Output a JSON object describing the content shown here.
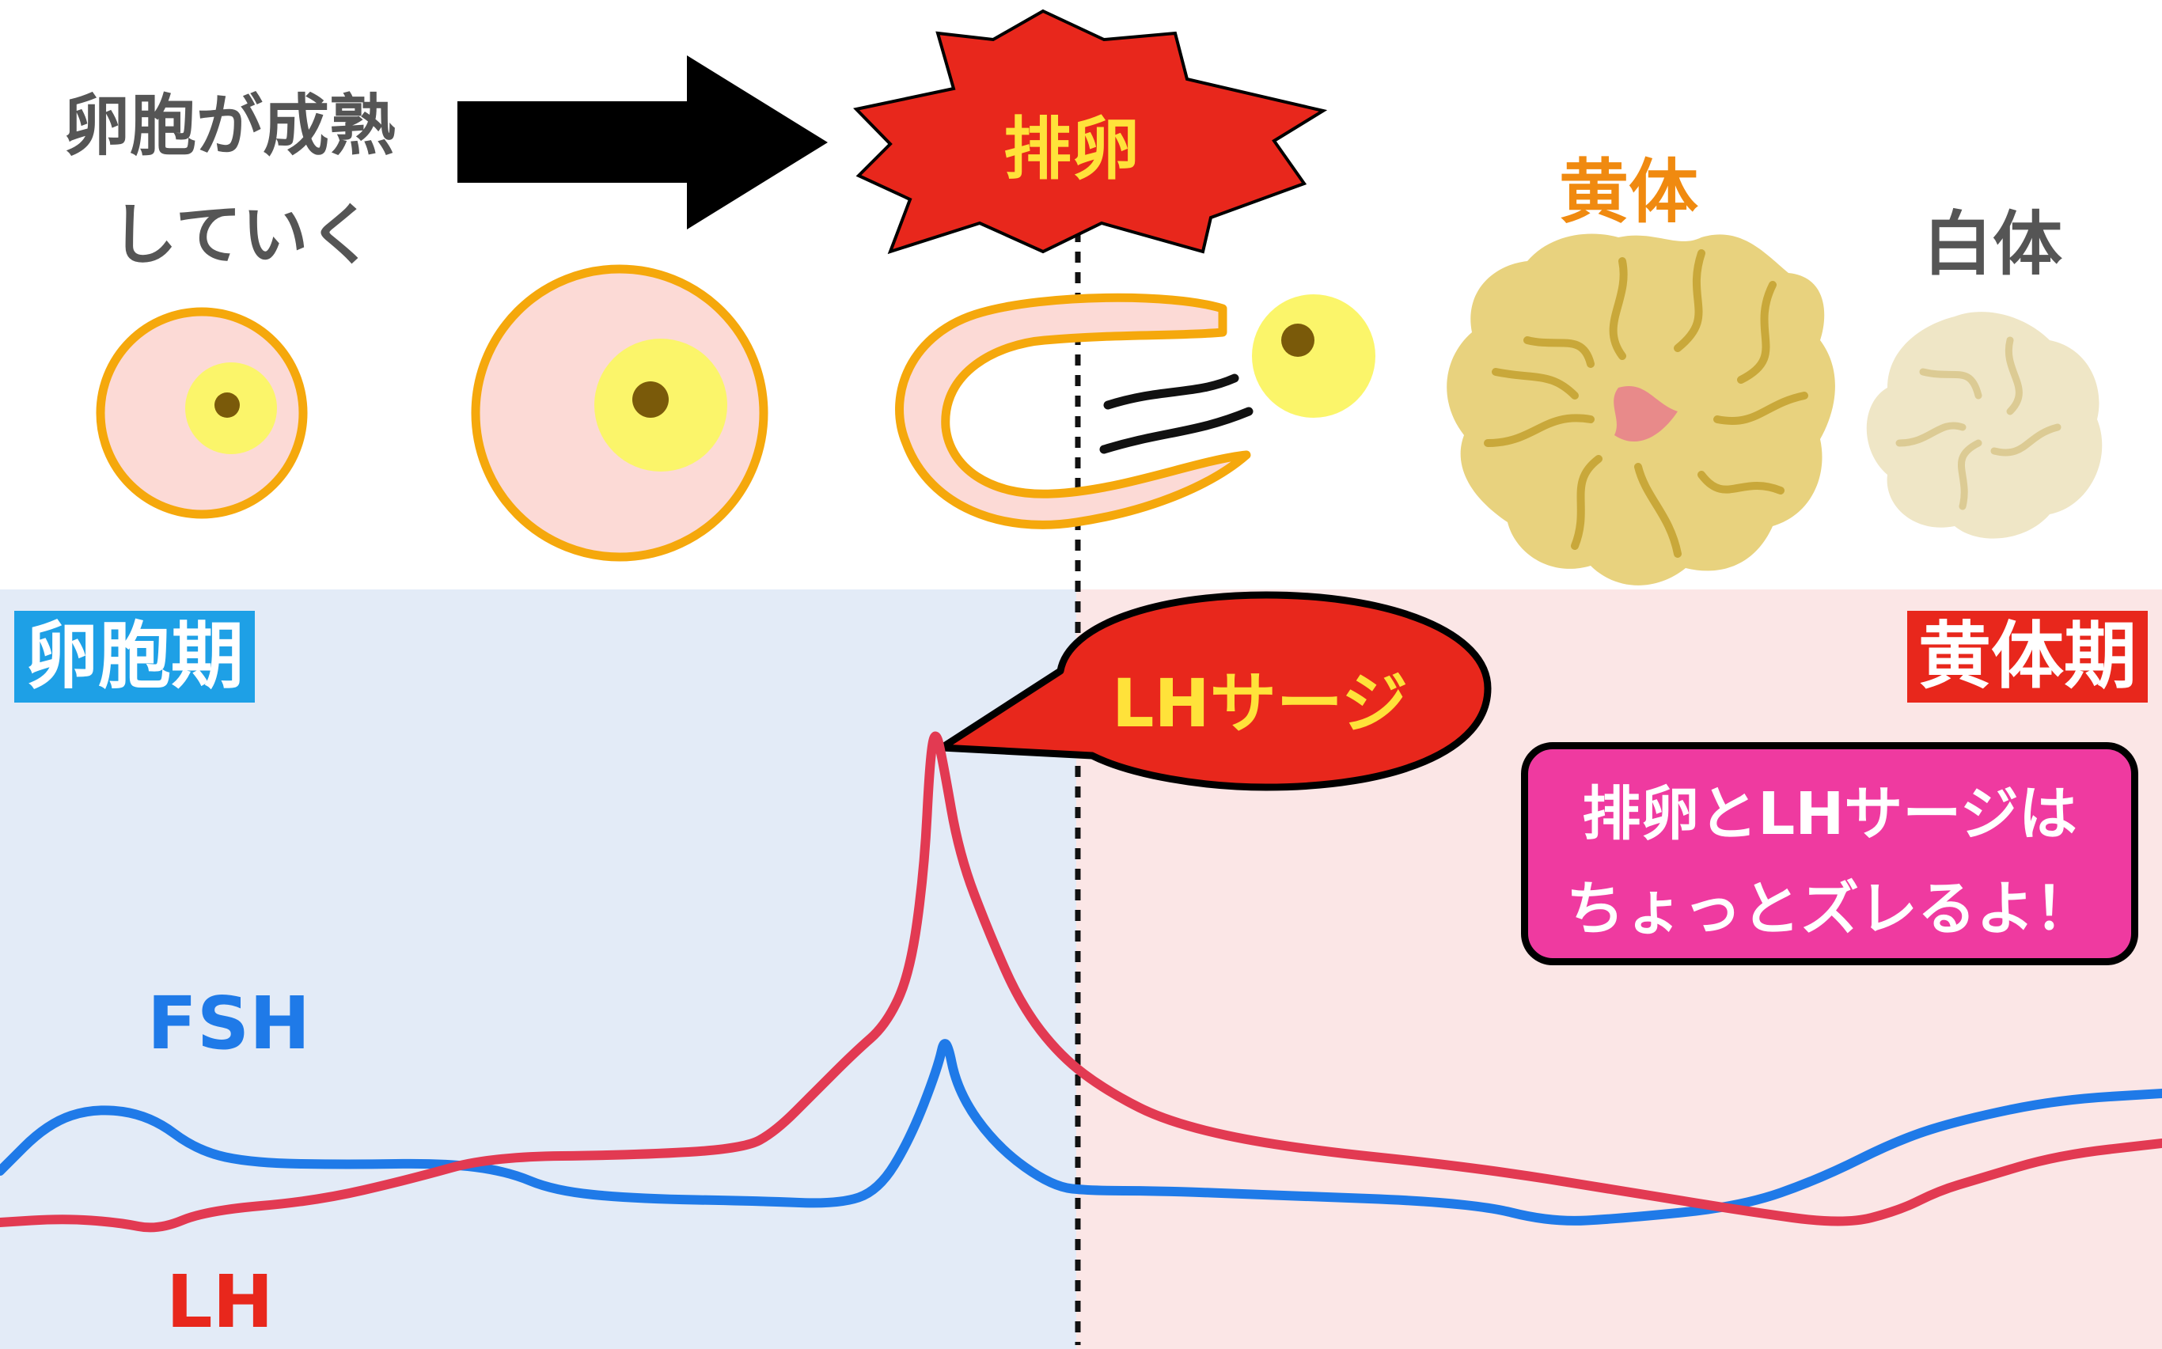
{
  "labels": {
    "maturing_line1": "卵胞が成熟",
    "maturing_line2": "していく",
    "ovulation": "排卵",
    "corpus_luteum": "黄体",
    "corpus_albicans": "白体",
    "follicular_phase": "卵胞期",
    "luteal_phase": "黄体期",
    "lh_surge": "LHサージ",
    "note_line1": "排卵とLHサージは",
    "note_line2": "ちょっとズレるよ！",
    "fsh": "FSH",
    "lh": "LH"
  },
  "colors": {
    "follicular_bg": "#e3ebf7",
    "luteal_bg": "#fbe6e6",
    "follicular_tag": "#1ea0e6",
    "luteal_tag": "#e8271c",
    "fsh_line": "#1f7ae8",
    "lh_line": "#e23a52",
    "burst": "#e8271c",
    "burst_text": "#ffe23a",
    "follicle_ring": "#f5a80c",
    "follicle_fill": "#fcdad6",
    "oocyte": "#fbf56a",
    "nucleus": "#7a5a0a",
    "corpus_luteum": "#e8d27e",
    "corpus_albicans": "#efe6c6",
    "note_box": "#ef3aa0",
    "maturing_text": "#555555",
    "albicans_text": "#555555",
    "luteum_text": "#f08a10"
  }
}
